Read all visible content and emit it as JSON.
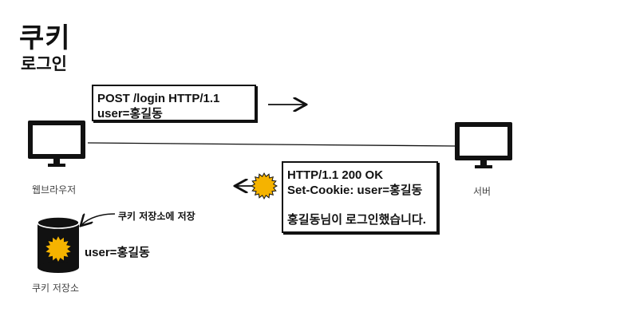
{
  "page": {
    "title": "쿠키",
    "subtitle": "로그인"
  },
  "request": {
    "lines": [
      "POST /login HTTP/1.1",
      "user=홍길동"
    ]
  },
  "response": {
    "lines": [
      "HTTP/1.1 200 OK",
      "Set-Cookie: user=홍길동",
      "홍길동님이 로그인했습니다."
    ]
  },
  "browser": {
    "label": "웹브라우저",
    "icon": "monitor-icon"
  },
  "server": {
    "label": "서버",
    "icon": "monitor-icon"
  },
  "cookie_store": {
    "label": "쿠키 저장소",
    "note": "쿠키 저장소에 저장",
    "value": "user=홍길동",
    "icon": "database-cylinder-icon"
  },
  "colors": {
    "cookie_burst": "#f5b300",
    "cookie_burst_outline": "#111111",
    "ink": "#111111"
  }
}
